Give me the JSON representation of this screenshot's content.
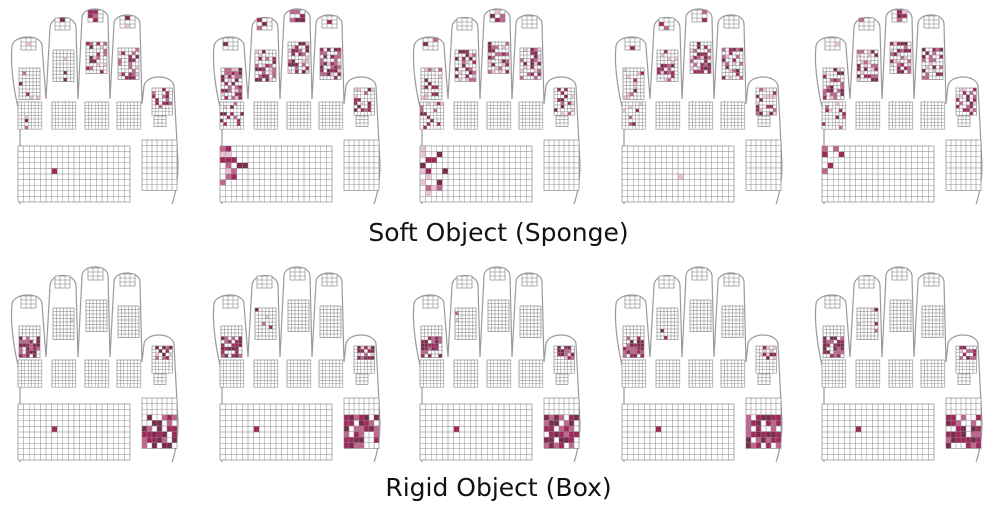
{
  "captions": {
    "soft": "Soft Object (Sponge)",
    "rigid": "Rigid Object (Box)"
  },
  "colors": {
    "outline": "#9a9a9a",
    "grid_line": "#8f8f8f",
    "cell_background": "#ffffff",
    "pressure_light": "#e9c3d3",
    "pressure_medium": "#c0668f",
    "pressure_strong": "#a1285d",
    "pressure_dark": "#7a2a4a"
  },
  "rows": [
    {
      "name": "soft-object-row",
      "frames": [
        {
          "fingers": [
            0.1,
            0.05,
            0.25,
            0.45,
            0.1
          ],
          "thumb": 0.25,
          "palm": "center-dot",
          "palm_side": "none"
        },
        {
          "fingers": [
            0.45,
            0.45,
            0.55,
            0.5,
            0.3
          ],
          "thumb": 0.35,
          "palm": "left-cluster",
          "palm_side": "none"
        },
        {
          "fingers": [
            0.4,
            0.45,
            0.6,
            0.5,
            0.35
          ],
          "thumb": 0.4,
          "palm": "left-cluster",
          "palm_side": "none"
        },
        {
          "fingers": [
            0.3,
            0.45,
            0.55,
            0.45,
            0.3
          ],
          "thumb": 0.4,
          "palm": "faint-dot",
          "palm_side": "none"
        },
        {
          "fingers": [
            0.4,
            0.45,
            0.55,
            0.45,
            0.3
          ],
          "thumb": 0.4,
          "palm": "left-cluster-small",
          "palm_side": "none"
        }
      ]
    },
    {
      "name": "rigid-object-row",
      "frames": [
        {
          "fingers": [
            0.4,
            0.05,
            0.0,
            0.0,
            0.0
          ],
          "thumb": 0.55,
          "palm": "center-dot",
          "palm_side": "dense"
        },
        {
          "fingers": [
            0.45,
            0.05,
            0.0,
            0.0,
            0.0
          ],
          "thumb": 0.5,
          "palm": "center-dot",
          "palm_side": "dense"
        },
        {
          "fingers": [
            0.4,
            0.05,
            0.0,
            0.0,
            0.0
          ],
          "thumb": 0.45,
          "palm": "center-dot",
          "palm_side": "dense"
        },
        {
          "fingers": [
            0.35,
            0.05,
            0.0,
            0.0,
            0.0
          ],
          "thumb": 0.4,
          "palm": "center-dot",
          "palm_side": "dense"
        },
        {
          "fingers": [
            0.35,
            0.05,
            0.0,
            0.0,
            0.0
          ],
          "thumb": 0.45,
          "palm": "center-dot",
          "palm_side": "dense"
        }
      ]
    }
  ]
}
